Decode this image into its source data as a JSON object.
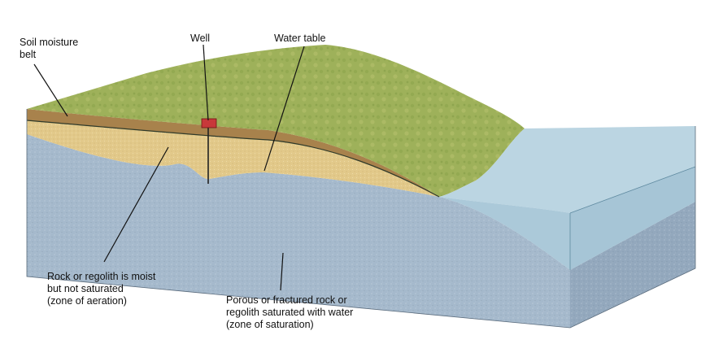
{
  "labels": {
    "soil_moisture": [
      "Soil moisture",
      "belt"
    ],
    "well": "Well",
    "water_table": "Water table",
    "aeration": [
      "Rock or regolith is moist",
      "but not saturated",
      "(zone of aeration)"
    ],
    "saturation": [
      "Porous or fractured rock or",
      "regolith saturated with water",
      "(zone of saturation)"
    ]
  },
  "colors": {
    "land_surface": "#9eb15a",
    "soil_belt": "#a8824c",
    "aeration_zone": "#e2c98a",
    "saturation_zone": "#a5b9cc",
    "saturation_side": "#93a8bd",
    "water_top": "#b7d3e0",
    "water_side": "#9cbfd2",
    "well_marker": "#c8383a"
  }
}
